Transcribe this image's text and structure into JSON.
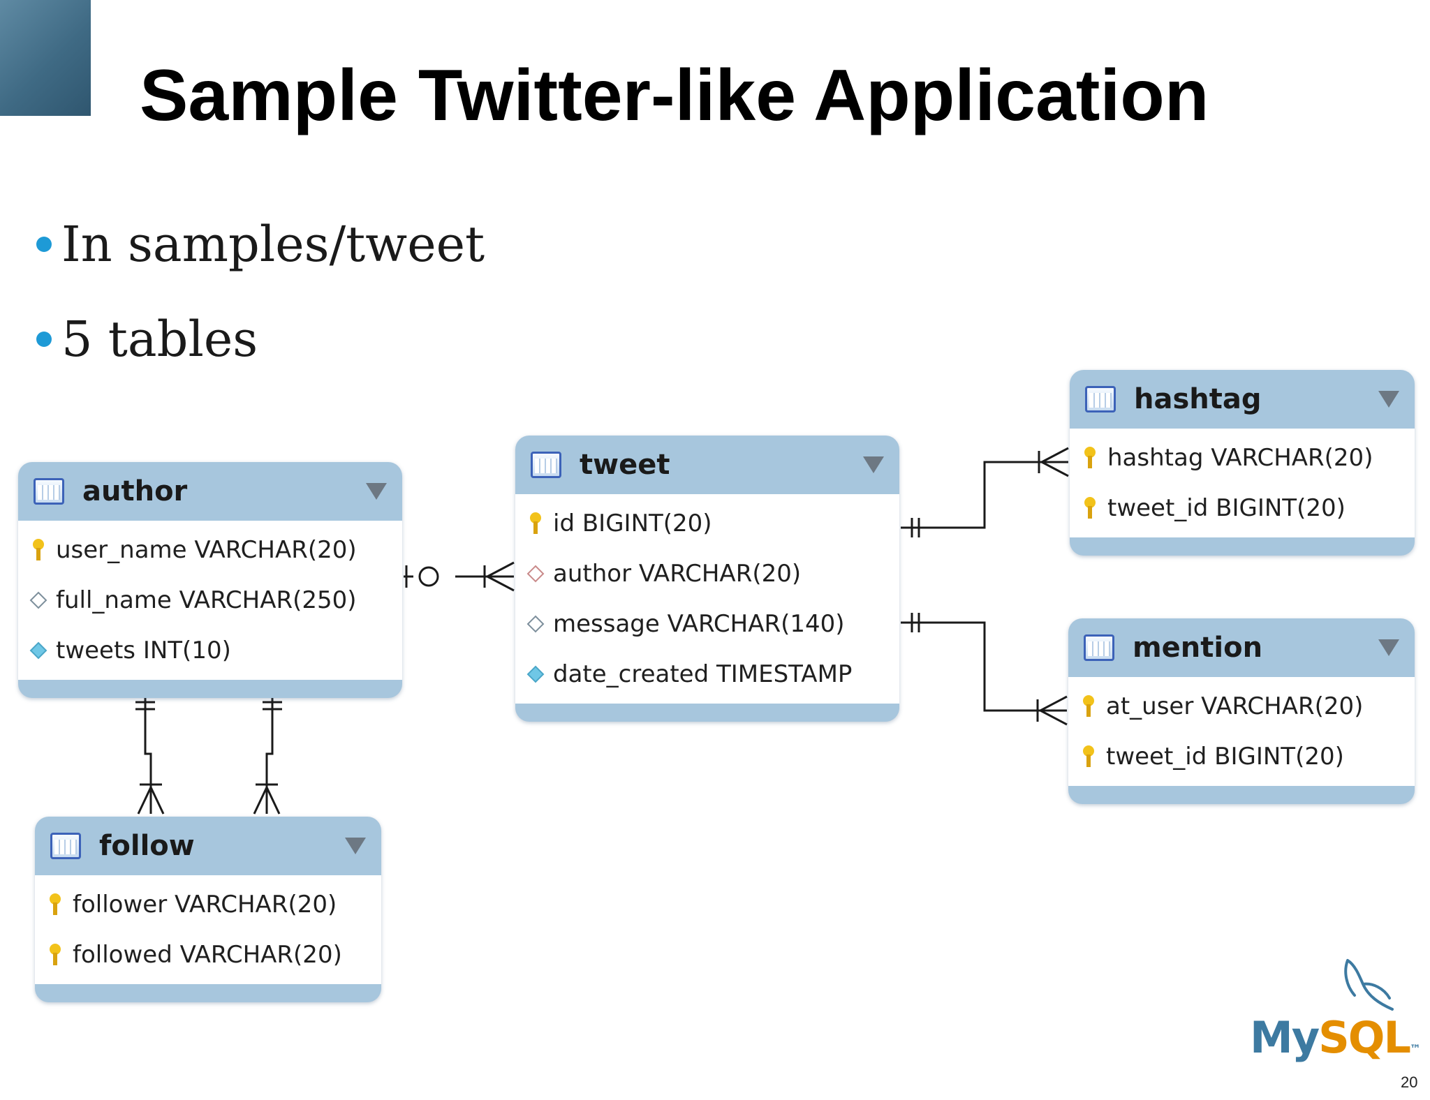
{
  "title": "Sample Twitter-like Application",
  "bullets": [
    "In samples/tweet",
    "5 tables"
  ],
  "entities": {
    "author": {
      "name": "author",
      "columns": [
        {
          "text": "user_name VARCHAR(20)",
          "icon": "key-icon"
        },
        {
          "text": "full_name VARCHAR(250)",
          "icon": "diamond-outline-icon"
        },
        {
          "text": "tweets INT(10)",
          "icon": "diamond-filled-icon"
        }
      ]
    },
    "tweet": {
      "name": "tweet",
      "columns": [
        {
          "text": "id BIGINT(20)",
          "icon": "key-icon"
        },
        {
          "text": "author VARCHAR(20)",
          "icon": "diamond-foreign-icon"
        },
        {
          "text": "message VARCHAR(140)",
          "icon": "diamond-outline-icon"
        },
        {
          "text": "date_created TIMESTAMP",
          "icon": "diamond-filled-icon"
        }
      ]
    },
    "hashtag": {
      "name": "hashtag",
      "columns": [
        {
          "text": "hashtag VARCHAR(20)",
          "icon": "key-icon"
        },
        {
          "text": "tweet_id BIGINT(20)",
          "icon": "key-icon"
        }
      ]
    },
    "mention": {
      "name": "mention",
      "columns": [
        {
          "text": "at_user VARCHAR(20)",
          "icon": "key-icon"
        },
        {
          "text": "tweet_id BIGINT(20)",
          "icon": "key-icon"
        }
      ]
    },
    "follow": {
      "name": "follow",
      "columns": [
        {
          "text": "follower VARCHAR(20)",
          "icon": "key-icon"
        },
        {
          "text": "followed VARCHAR(20)",
          "icon": "key-icon"
        }
      ]
    }
  },
  "relationships": [
    {
      "from": "author",
      "to": "tweet",
      "notation": "zero-or-one to one-or-many"
    },
    {
      "from": "tweet",
      "to": "hashtag",
      "notation": "one-and-only-one to one-or-many"
    },
    {
      "from": "tweet",
      "to": "mention",
      "notation": "one-and-only-one to one-or-many"
    },
    {
      "from": "author",
      "to": "follow",
      "notation": "one-and-only-one to one-or-many"
    },
    {
      "from": "author",
      "to": "follow",
      "notation": "one-and-only-one to one-or-many"
    }
  ],
  "logo": {
    "part1": "My",
    "part2": "SQL",
    "tm": "™"
  },
  "page_number": "20",
  "colors": {
    "entity_fill": "#a7c6dd",
    "bullet": "#1e9ad6",
    "key": "#f2c21a",
    "mysql_blue": "#3d7aa1",
    "mysql_orange": "#e48e00"
  }
}
